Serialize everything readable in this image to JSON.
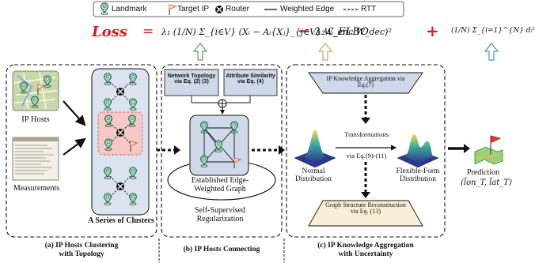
{
  "legend": {
    "landmark": "Landmark",
    "target_ip": "Target IP",
    "router": "Router",
    "weighted_edge": "Weighted Edge",
    "rtt": "RTT"
  },
  "loss": {
    "label": "Loss",
    "equals": "=",
    "term1": "λ₁ (1/N) Σ_{i∈V} (Xᵢ − Aᵢ{Xⱼ}_{j∈V} W_enc W_dec)²",
    "minus": "−",
    "term2": "λ₂ℒ_ELBO",
    "plus": "+",
    "term3": "(1/N) Σ_{i=1}^{N} dᵢ²"
  },
  "panel_a": {
    "ip_hosts": "IP Hosts",
    "measurements": "Measurements",
    "series_clusters": "A Series of Clusters",
    "caption_line1": "(a) IP Hosts Clustering",
    "caption_line2": "with Topology"
  },
  "panel_b": {
    "network_topology": "Network Topology via Eq. (2) (3)",
    "attribute_similarity": "Attribute Similarity via Eq. (4)",
    "graph_label_line1": "Established Edge-",
    "graph_label_line2": "Weighted Graph",
    "ssr_line1": "Self-Supervised",
    "ssr_line2": "Regularization",
    "caption": "(b) IP Hosts Connecting"
  },
  "panel_c": {
    "ip_knowledge": "IP Knowledge Aggregation via Eq.(7)",
    "transformations": "Transformations",
    "via_eq": "via Eq.(9)-(11)",
    "normal_line1": "Normal",
    "normal_line2": "Distribution",
    "flexible_line1": "Flexible-Form",
    "flexible_line2": "Distribution",
    "graph_structure": "Graph Structure Reconstruction via Eq. (13)",
    "caption_line1": "(c) IP Knowledge Aggregation",
    "caption_line2": "with Uncertainty"
  },
  "prediction": {
    "label": "Prediction",
    "coords": "(l̂on_T, l̂at_T)"
  },
  "colors": {
    "loss_red": "#e01818",
    "green_arrow": "#5aa84a",
    "orange_arrow": "#e59a6a",
    "blue_arrow": "#4a8fd0",
    "cluster_bg": "#dbe3f1",
    "cluster_hi": "#f7c8c8",
    "graph_bg": "#cfd9ea",
    "top_box": "#cfd9ea",
    "bottom_box": "#fbeed6"
  },
  "icons": [
    "landmark-icon",
    "target-ip-icon",
    "router-icon",
    "map-icon",
    "log-icon",
    "3d-surface-icon",
    "prediction-map-icon"
  ]
}
